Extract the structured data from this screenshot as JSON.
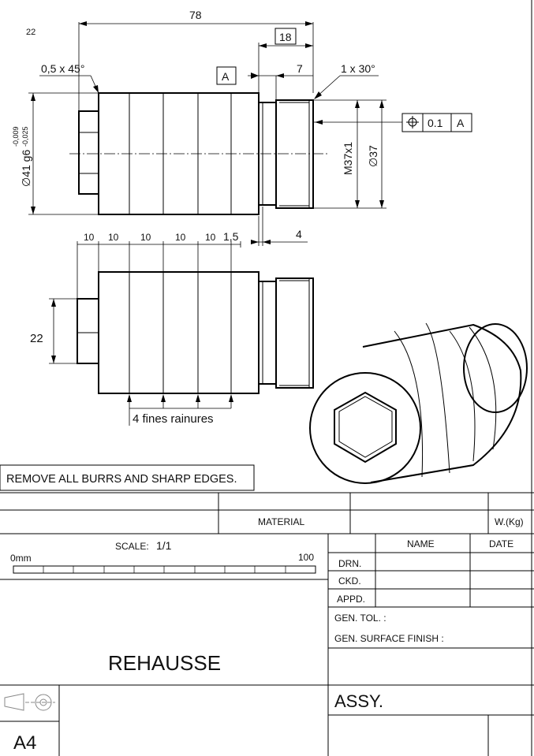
{
  "drawing": {
    "corner_note": "22",
    "dims": {
      "overall_length": "78",
      "thread_length": "18",
      "thread_offset": "7",
      "chamfer_left": "0,5 x 45°",
      "chamfer_right": "1 x 30°",
      "datum": "A",
      "tol_value": "0.1",
      "tol_datum": "A",
      "body_diameter": "∅41 g6",
      "tol_upper": "-0,009",
      "tol_lower": "-0,025",
      "thread_spec": "M37x1",
      "thread_diameter": "∅37",
      "spacings": [
        "10",
        "10",
        "10",
        "10",
        "10",
        "1,5"
      ],
      "groove_gap": "4",
      "hex_height": "22"
    },
    "groove_label": "4 fines rainures"
  },
  "title_block": {
    "note": "REMOVE ALL BURRS AND SHARP EDGES.",
    "material_label": "MATERIAL",
    "weight_label": "W.(Kg)",
    "scale_label": "SCALE:",
    "scale_value": "1/1",
    "scale_min": "0mm",
    "scale_max": "100",
    "name_header": "NAME",
    "date_header": "DATE",
    "drn": "DRN.",
    "ckd": "CKD.",
    "appd": "APPD.",
    "gen_tol": "GEN. TOL. :",
    "gen_finish": "GEN. SURFACE FINISH   :",
    "title": "REHAUSSE",
    "assy": "ASSY.",
    "sheet_size": "A4"
  }
}
